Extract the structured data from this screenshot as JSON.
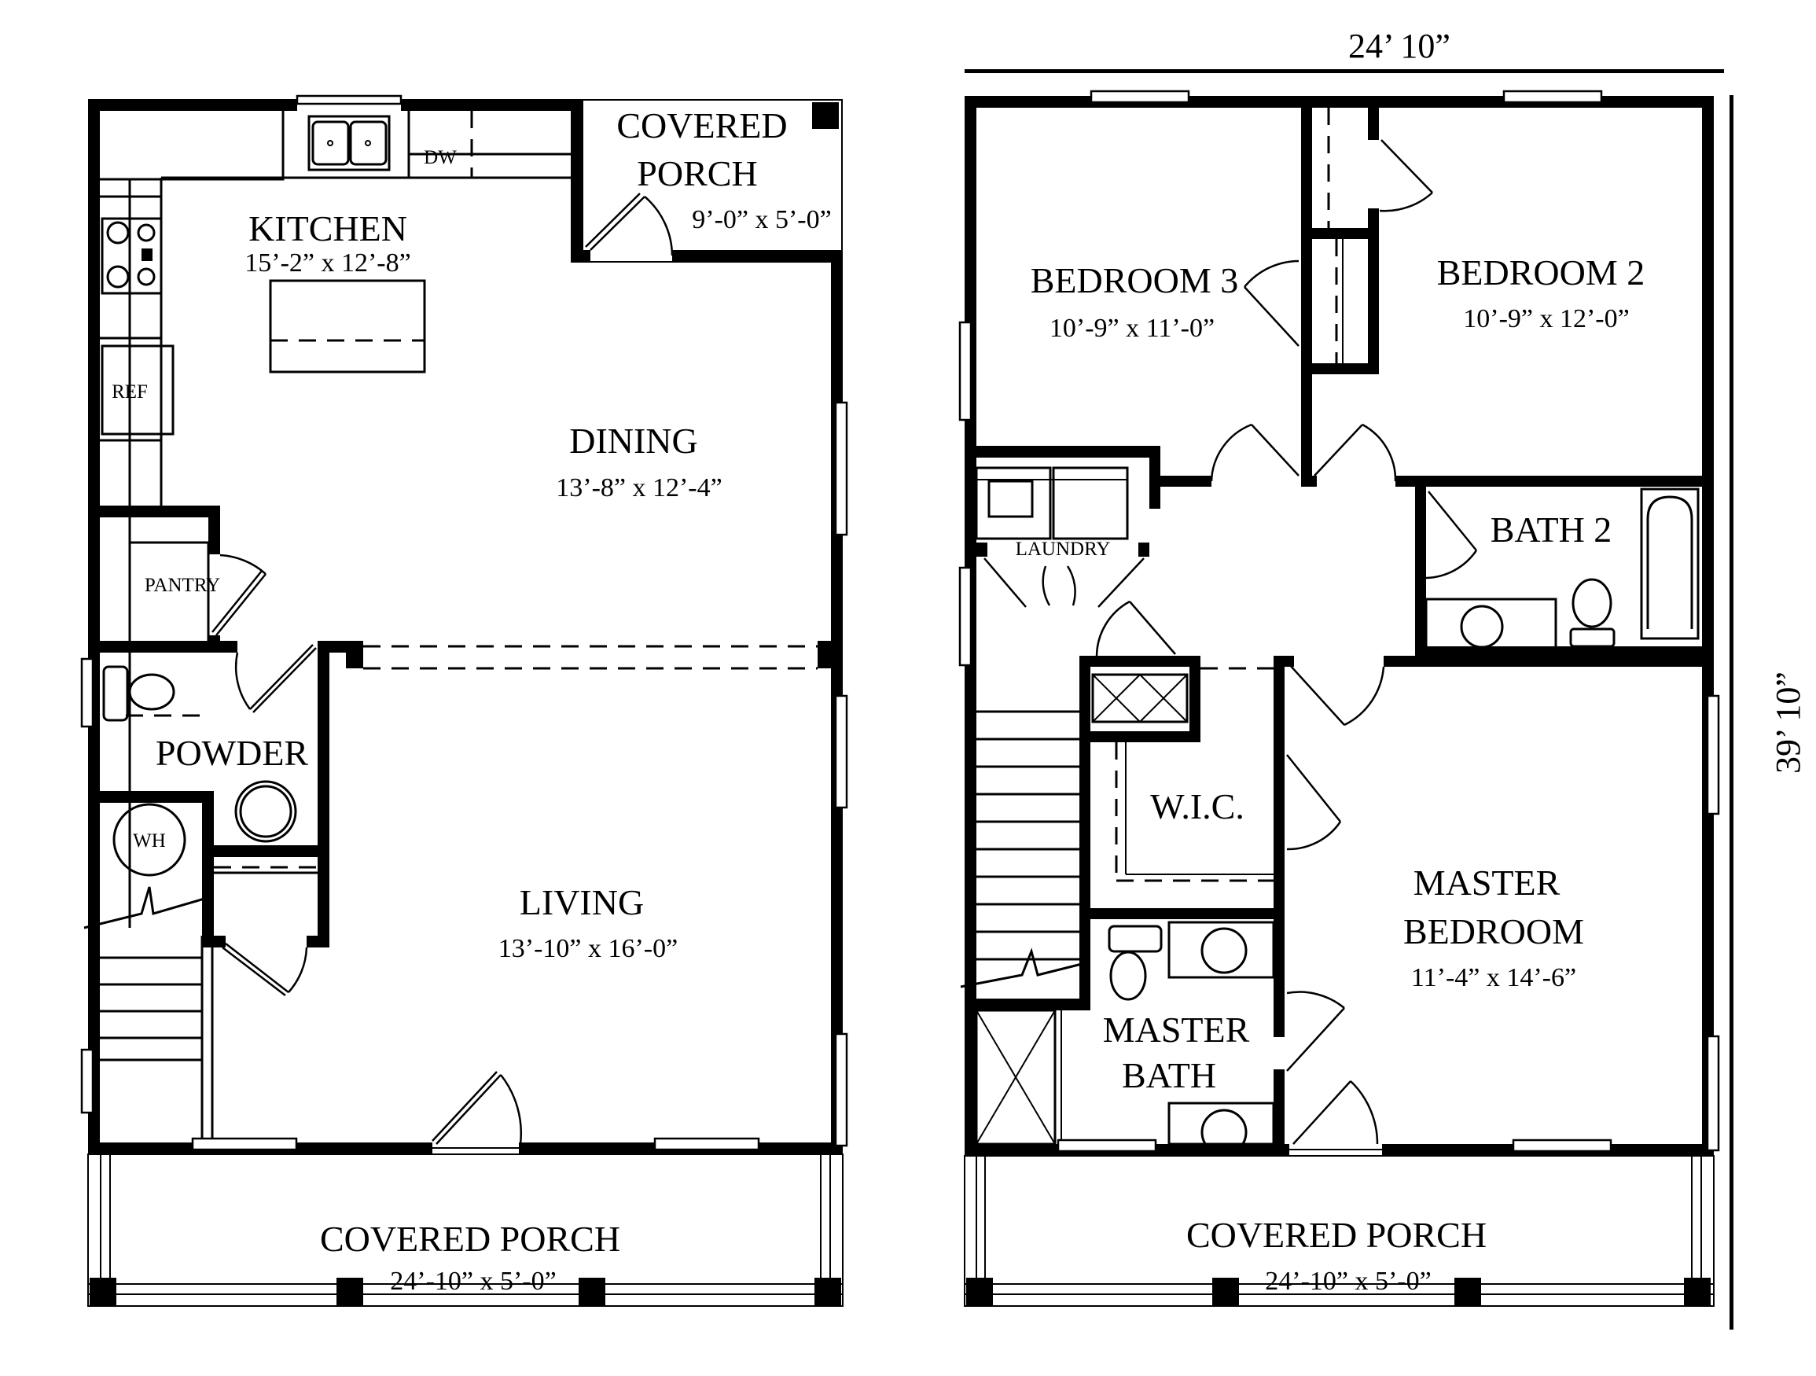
{
  "floor_plans": {
    "first_floor": {
      "rooms": [
        {
          "id": "kitchen",
          "name": "KITCHEN",
          "dims": "15’-2” x 12’-8”"
        },
        {
          "id": "covered-porch-rear",
          "name_line1": "COVERED",
          "name_line2": "PORCH",
          "dims": "9’-0” x 5’-0”"
        },
        {
          "id": "dining",
          "name": "DINING",
          "dims": "13’-8” x 12’-4”"
        },
        {
          "id": "pantry",
          "name": "PANTRY"
        },
        {
          "id": "powder",
          "name": "POWDER"
        },
        {
          "id": "living",
          "name": "LIVING",
          "dims": "13’-10” x 16’-0”"
        },
        {
          "id": "covered-porch-front",
          "name": "COVERED PORCH",
          "dims": "24’-10” x 5’-0”"
        }
      ],
      "fixtures": {
        "dishwasher": "DW",
        "refrigerator": "REF",
        "water_heater": "WH"
      }
    },
    "second_floor": {
      "rooms": [
        {
          "id": "bedroom-3",
          "name": "BEDROOM 3",
          "dims": "10’-9” x 11’-0”"
        },
        {
          "id": "bedroom-2",
          "name": "BEDROOM 2",
          "dims": "10’-9” x 12’-0”"
        },
        {
          "id": "laundry",
          "name": "LAUNDRY"
        },
        {
          "id": "bath-2",
          "name": "BATH 2"
        },
        {
          "id": "wic",
          "name": "W.I.C."
        },
        {
          "id": "master-bedroom",
          "name_line1": "MASTER",
          "name_line2": "BEDROOM",
          "dims": "11’-4” x 14’-6”"
        },
        {
          "id": "master-bath",
          "name_line1": "MASTER",
          "name_line2": "BATH"
        },
        {
          "id": "covered-porch-front",
          "name": "COVERED PORCH",
          "dims": "24’-10” x 5’-0”"
        }
      ]
    },
    "overall_dimensions": {
      "width": "24’ 10”",
      "depth": "39’ 10”"
    }
  },
  "colors": {
    "ink": "#000000",
    "paper": "#ffffff"
  }
}
